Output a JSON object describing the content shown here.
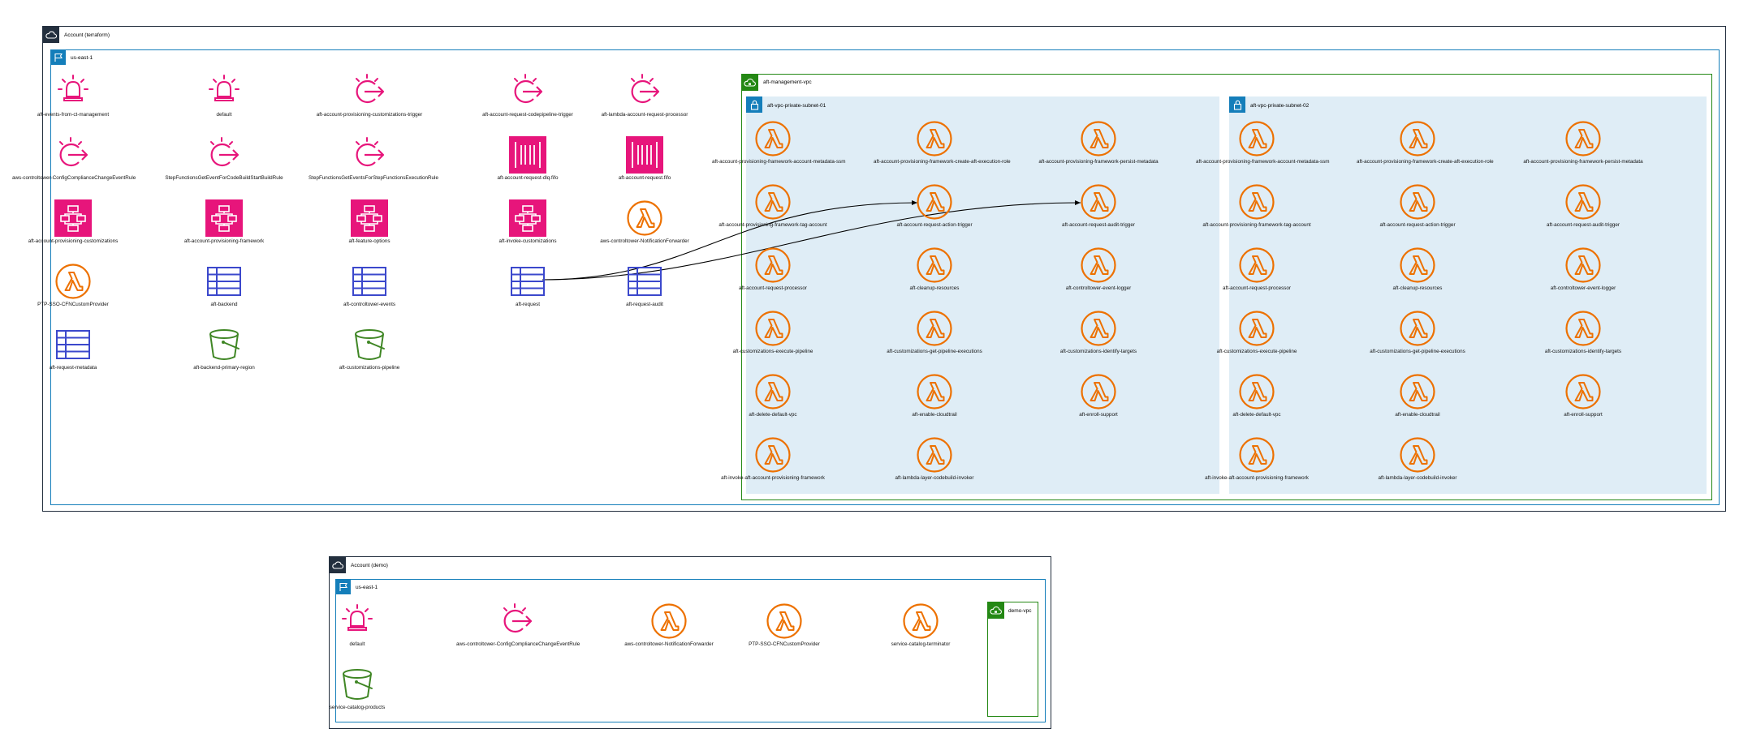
{
  "colors": {
    "account_border": "#232f3e",
    "region_border": "#147eba",
    "vpc_border": "#248814",
    "subnet_fill": "#dfedf6",
    "lambda": "#ed7100",
    "eventbridge": "#e7157b",
    "stepfunctions": "#e7157b",
    "dynamodb": "#3b48cc",
    "s3": "#3f8624",
    "edge": "#000000"
  },
  "groups": {
    "acct_main": "Account (terraform)",
    "region_main": "us-east-1",
    "vpc_main": "aft-management-vpc",
    "subnet_01": "aft-vpc-private-subnet-01",
    "subnet_02": "aft-vpc-private-subnet-02",
    "acct_demo": "Account (demo)",
    "region_demo": "us-east-1",
    "vpc_demo": "demo-vpc"
  },
  "nodes": {
    "n1": {
      "label": "aft-events-from-ct-management",
      "icon": "eventbus-icon"
    },
    "n2": {
      "label": "default",
      "icon": "eventbus-icon"
    },
    "n3": {
      "label": "aft-account-provisioning-customizations-trigger",
      "icon": "eventbridge-rule-icon"
    },
    "n4": {
      "label": "aft-account-request-codepipeline-trigger",
      "icon": "eventbridge-rule-icon"
    },
    "n5": {
      "label": "aft-lambda-account-request-processor",
      "icon": "eventbridge-rule-icon"
    },
    "n6": {
      "label": "aws-controltower-ConfigComplianceChangeEventRule",
      "icon": "eventbridge-rule-icon"
    },
    "n7": {
      "label": "StepFunctionsGetEventForCodeBuildStartBuildRule",
      "icon": "eventbridge-rule-icon"
    },
    "n8": {
      "label": "StepFunctionsGetEventsForStepFunctionsExecutionRule",
      "icon": "eventbridge-rule-icon"
    },
    "n9": {
      "label": "aft-account-request-dlq.fifo",
      "icon": "sqs-queue-icon"
    },
    "n10": {
      "label": "aft-account-request.fifo",
      "icon": "sqs-queue-icon"
    },
    "n11": {
      "label": "aft-account-provisioning-customizations",
      "icon": "step-functions-icon"
    },
    "n12": {
      "label": "aft-account-provisioning-framework",
      "icon": "step-functions-icon"
    },
    "n13": {
      "label": "aft-feature-options",
      "icon": "step-functions-icon"
    },
    "n14": {
      "label": "aft-invoke-customizations",
      "icon": "step-functions-icon"
    },
    "n15": {
      "label": "aws-controltower-NotificationForwarder",
      "icon": "lambda-icon"
    },
    "n16": {
      "label": "PTP-SSO-CFNCustomProvider",
      "icon": "lambda-icon"
    },
    "n17": {
      "label": "aft-backend",
      "icon": "dynamodb-table-icon"
    },
    "n18": {
      "label": "aft-controltower-events",
      "icon": "dynamodb-table-icon"
    },
    "n19": {
      "label": "aft-request",
      "icon": "dynamodb-table-icon"
    },
    "n20": {
      "label": "aft-request-audit",
      "icon": "dynamodb-table-icon"
    },
    "n21": {
      "label": "aft-request-metadata",
      "icon": "dynamodb-table-icon"
    },
    "n22": {
      "label": "aft-backend-primary-region",
      "icon": "s3-bucket-icon"
    },
    "n23": {
      "label": "aft-customizations-pipeline",
      "icon": "s3-bucket-icon"
    },
    "a1": {
      "label": "aft-account-provisioning-framework-account-metadata-ssm",
      "icon": "lambda-icon"
    },
    "a2": {
      "label": "aft-account-provisioning-framework-create-aft-execution-role",
      "icon": "lambda-icon"
    },
    "a3": {
      "label": "aft-account-provisioning-framework-persist-metadata",
      "icon": "lambda-icon"
    },
    "a4": {
      "label": "aft-account-provisioning-framework-tag-account",
      "icon": "lambda-icon"
    },
    "a5": {
      "label": "aft-account-request-action-trigger",
      "icon": "lambda-icon"
    },
    "a6": {
      "label": "aft-account-request-audit-trigger",
      "icon": "lambda-icon"
    },
    "a7": {
      "label": "aft-account-request-processor",
      "icon": "lambda-icon"
    },
    "a8": {
      "label": "aft-cleanup-resources",
      "icon": "lambda-icon"
    },
    "a9": {
      "label": "aft-controltower-event-logger",
      "icon": "lambda-icon"
    },
    "a10": {
      "label": "aft-customizations-execute-pipeline",
      "icon": "lambda-icon"
    },
    "a11": {
      "label": "aft-customizations-get-pipeline-executions",
      "icon": "lambda-icon"
    },
    "a12": {
      "label": "aft-customizations-identify-targets",
      "icon": "lambda-icon"
    },
    "a13": {
      "label": "aft-delete-default-vpc",
      "icon": "lambda-icon"
    },
    "a14": {
      "label": "aft-enable-cloudtrail",
      "icon": "lambda-icon"
    },
    "a15": {
      "label": "aft-enroll-support",
      "icon": "lambda-icon"
    },
    "a16": {
      "label": "aft-invoke-aft-account-provisioning-framework",
      "icon": "lambda-icon"
    },
    "a17": {
      "label": "aft-lambda-layer-codebuild-invoker",
      "icon": "lambda-icon"
    },
    "b1": {
      "label": "aft-account-provisioning-framework-account-metadata-ssm",
      "icon": "lambda-icon"
    },
    "b2": {
      "label": "aft-account-provisioning-framework-create-aft-execution-role",
      "icon": "lambda-icon"
    },
    "b3": {
      "label": "aft-account-provisioning-framework-persist-metadata",
      "icon": "lambda-icon"
    },
    "b4": {
      "label": "aft-account-provisioning-framework-tag-account",
      "icon": "lambda-icon"
    },
    "b5": {
      "label": "aft-account-request-action-trigger",
      "icon": "lambda-icon"
    },
    "b6": {
      "label": "aft-account-request-audit-trigger",
      "icon": "lambda-icon"
    },
    "b7": {
      "label": "aft-account-request-processor",
      "icon": "lambda-icon"
    },
    "b8": {
      "label": "aft-cleanup-resources",
      "icon": "lambda-icon"
    },
    "b9": {
      "label": "aft-controltower-event-logger",
      "icon": "lambda-icon"
    },
    "b10": {
      "label": "aft-customizations-execute-pipeline",
      "icon": "lambda-icon"
    },
    "b11": {
      "label": "aft-customizations-get-pipeline-executions",
      "icon": "lambda-icon"
    },
    "b12": {
      "label": "aft-customizations-identify-targets",
      "icon": "lambda-icon"
    },
    "b13": {
      "label": "aft-delete-default-vpc",
      "icon": "lambda-icon"
    },
    "b14": {
      "label": "aft-enable-cloudtrail",
      "icon": "lambda-icon"
    },
    "b15": {
      "label": "aft-enroll-support",
      "icon": "lambda-icon"
    },
    "b16": {
      "label": "aft-invoke-aft-account-provisioning-framework",
      "icon": "lambda-icon"
    },
    "b17": {
      "label": "aft-lambda-layer-codebuild-invoker",
      "icon": "lambda-icon"
    },
    "d1": {
      "label": "default",
      "icon": "eventbus-icon"
    },
    "d2": {
      "label": "aws-controltower-ConfigComplianceChangeEventRule",
      "icon": "eventbridge-rule-icon"
    },
    "d3": {
      "label": "aws-controltower-NotificationForwarder",
      "icon": "lambda-icon"
    },
    "d4": {
      "label": "PTP-SSO-CFNCustomProvider",
      "icon": "lambda-icon"
    },
    "d5": {
      "label": "service-catalog-terminator",
      "icon": "lambda-icon"
    },
    "d6": {
      "label": "service-catalog-products",
      "icon": "s3-bucket-icon"
    }
  },
  "edges": [
    {
      "from": "aft-request",
      "to": "aft-account-request-action-trigger"
    },
    {
      "from": "aft-request",
      "to": "aft-account-request-audit-trigger"
    }
  ]
}
